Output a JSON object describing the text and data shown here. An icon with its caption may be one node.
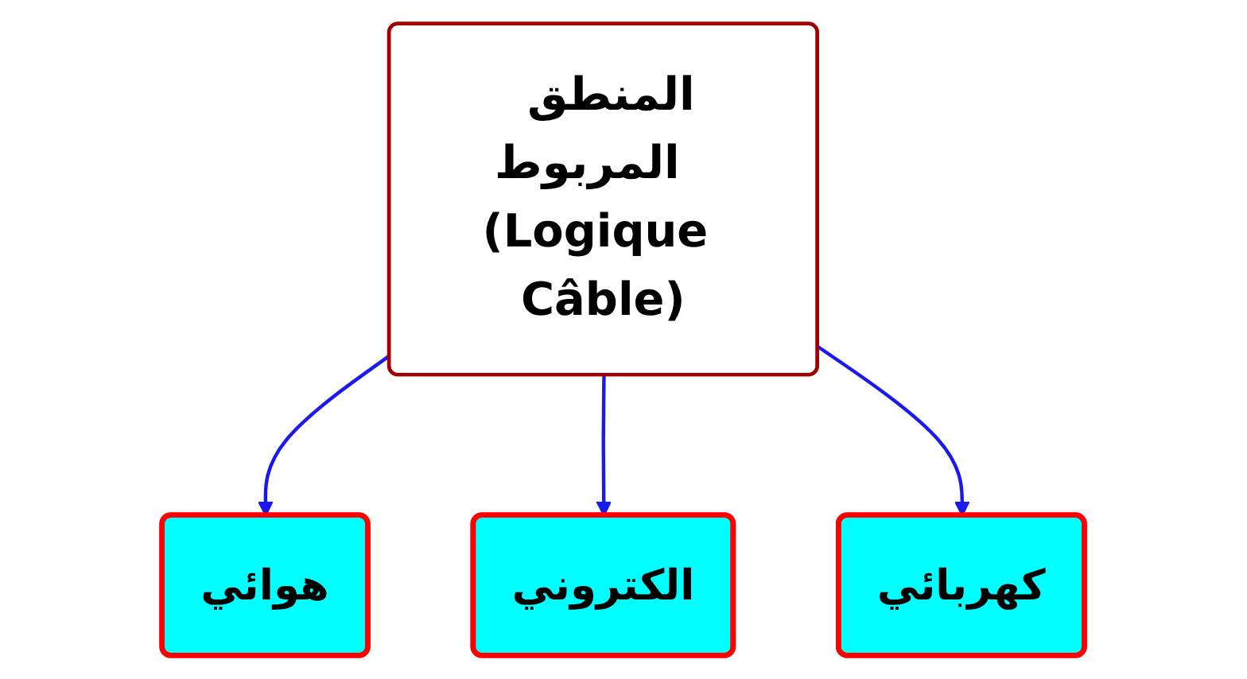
{
  "diagram": {
    "nodes": [
      {
        "text": [
          "المنطق المربوط  (Logique Câble)"
        ]
      },
      {
        "text": [
          "هوائي"
        ]
      },
      {
        "text": [
          "الكتروني"
        ]
      },
      {
        "text": [
          "كهربائي"
        ]
      }
    ],
    "edges": [
      {
        "from": 0,
        "to": 1,
        "arrow": "to"
      },
      {
        "from": 0,
        "to": 2,
        "arrow": "to"
      },
      {
        "from": 0,
        "to": 3,
        "arrow": "to"
      }
    ]
  }
}
